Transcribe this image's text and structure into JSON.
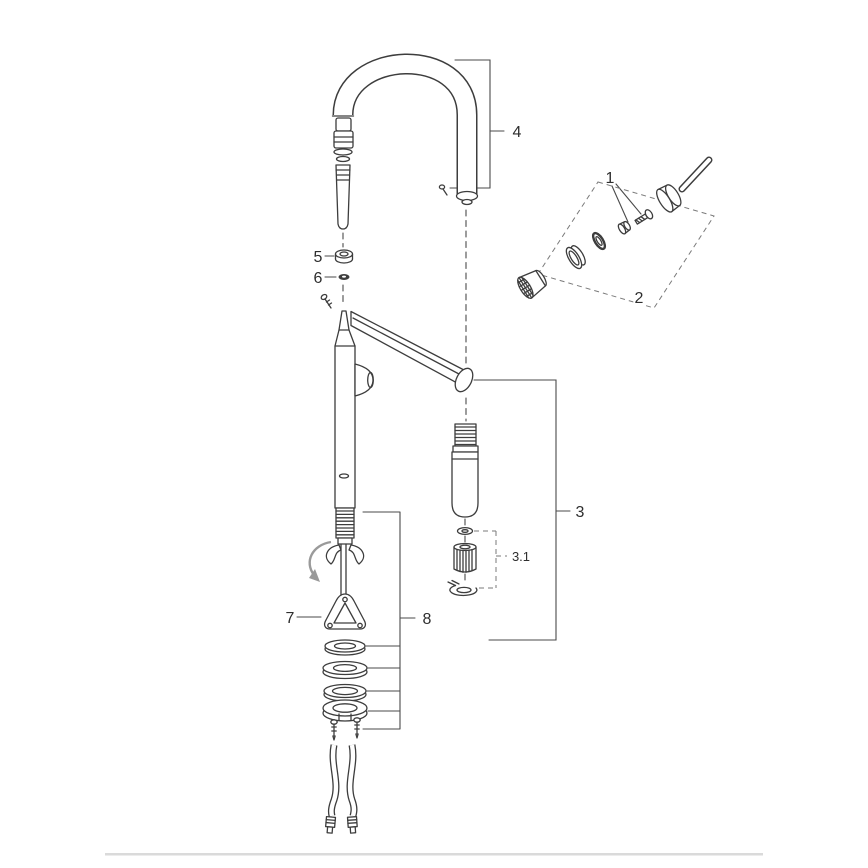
{
  "page": {
    "background": "#ffffff"
  },
  "diagram": {
    "kind": "exploded-parts-diagram",
    "subject": "single-lever kitchen faucet with pull-out spray",
    "colors": {
      "line": "#3d3d3d",
      "muted": "#9a9a9a",
      "divider": "#dadada",
      "label": "#2e2e2e"
    },
    "callouts": {
      "c1": "1",
      "c2": "2",
      "c3": "3",
      "c3_1": "3.1",
      "c4": "4",
      "c5": "5",
      "c6": "6",
      "c7": "7",
      "c8": "8"
    }
  }
}
